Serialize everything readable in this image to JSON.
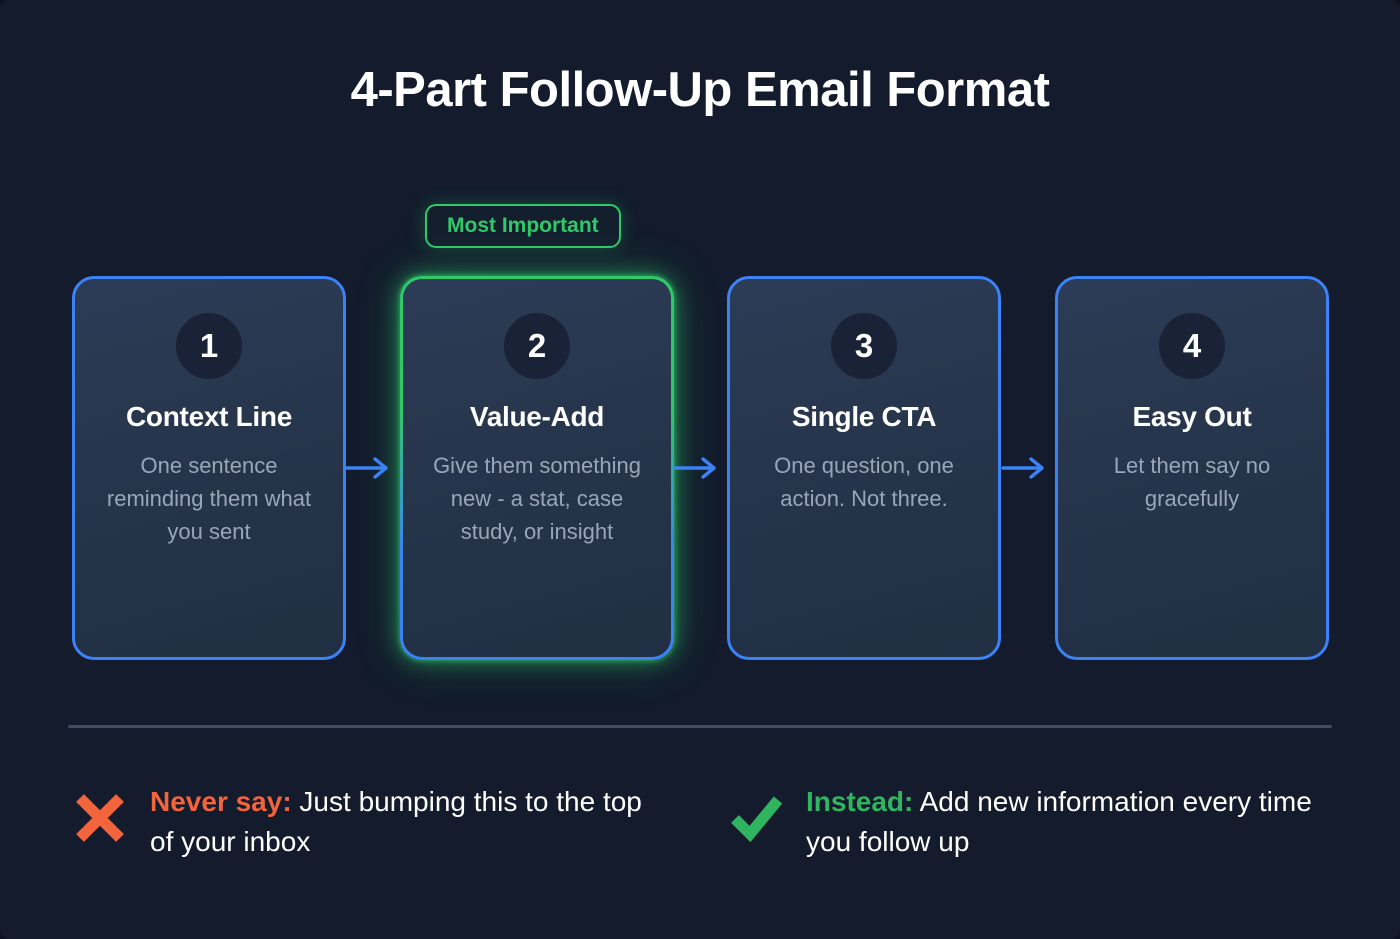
{
  "colors": {
    "background": "#131b2c",
    "card_fill": "#253449",
    "card_border": "#3b82f6",
    "highlight_border": "#2fc96a",
    "circle_fill": "#1a2237",
    "title_text": "#ffffff",
    "body_text": "#9aa6b8",
    "divider": "#48576d",
    "never_say_accent": "#f2643c",
    "instead_accent": "#2fb45f"
  },
  "header": {
    "title": "4-Part Follow-Up Email Format"
  },
  "badge": {
    "label": "Most Important"
  },
  "steps": [
    {
      "number": "1",
      "title": "Context Line",
      "description": "One sentence reminding them what you sent",
      "highlighted": false
    },
    {
      "number": "2",
      "title": "Value-Add",
      "description": "Give them something new - a stat, case study, or insight",
      "highlighted": true
    },
    {
      "number": "3",
      "title": "Single CTA",
      "description": "One question, one action. Not three.",
      "highlighted": false
    },
    {
      "number": "4",
      "title": "Easy Out",
      "description": "Let them say no gracefully",
      "highlighted": false
    }
  ],
  "footer": {
    "bad": {
      "icon": "cross-icon",
      "lead": "Never say:",
      "text": " Just bumping this to the top of your inbox"
    },
    "good": {
      "icon": "check-icon",
      "lead": "Instead:",
      "text": " Add new information every time you follow up"
    }
  }
}
